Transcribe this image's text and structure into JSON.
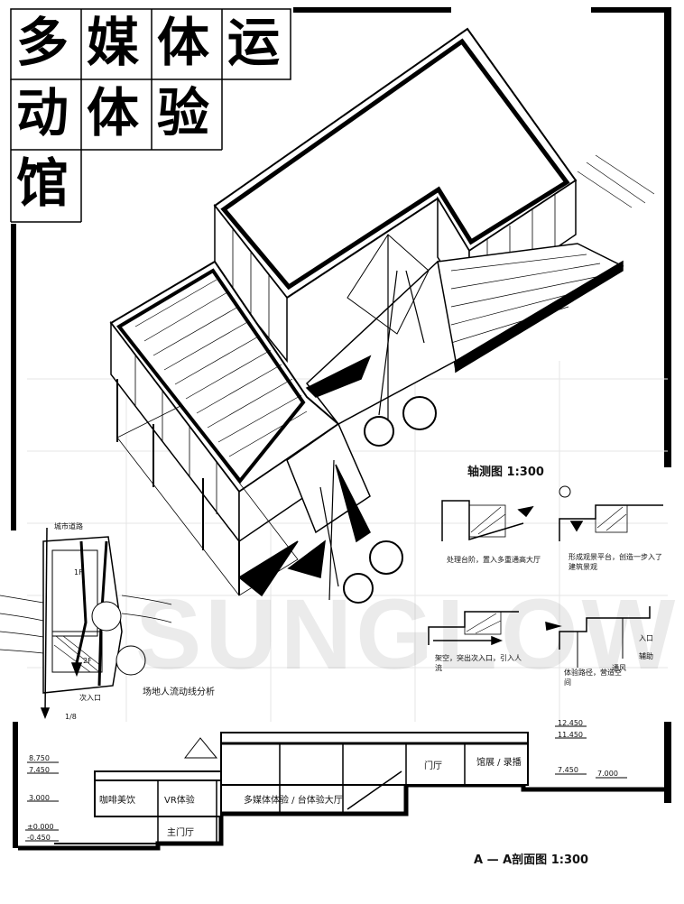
{
  "title": {
    "chars": [
      "多",
      "媒",
      "体",
      "运",
      "动",
      "体",
      "验",
      "馆"
    ]
  },
  "axonometric_label": "轴测图 1:300",
  "site_analysis_label": "场地人流动线分析",
  "site_labels": {
    "road": "城市道路",
    "north": "1/8",
    "entry": "次入口",
    "e": "1F",
    "f2": "2F"
  },
  "diagrams": [
    {
      "caption": "处理台阶，置入多重通高大厅"
    },
    {
      "caption": "形成观景平台，创造一步入了建筑景观"
    },
    {
      "caption": "架空，突出次入口，引入人流"
    },
    {
      "caption": "体验路径，营造空间"
    },
    {
      "caption": "辅助"
    },
    {
      "caption": "通风"
    },
    {
      "caption": "入口"
    }
  ],
  "section_label": "A — A剖面图 1:300",
  "section_rooms": [
    "咖啡美饮",
    "VR体验",
    "多媒体体验 / 台体验大厅",
    "门厅",
    "馆展 / 录播",
    "主门厅"
  ],
  "elevations_left": [
    "8.750",
    "7.450",
    "3.000",
    "±0.000",
    "-0.450"
  ],
  "elevations_right": [
    "12.450",
    "11.450",
    "7.450",
    "7.000"
  ],
  "watermark": "SUNGLOW"
}
